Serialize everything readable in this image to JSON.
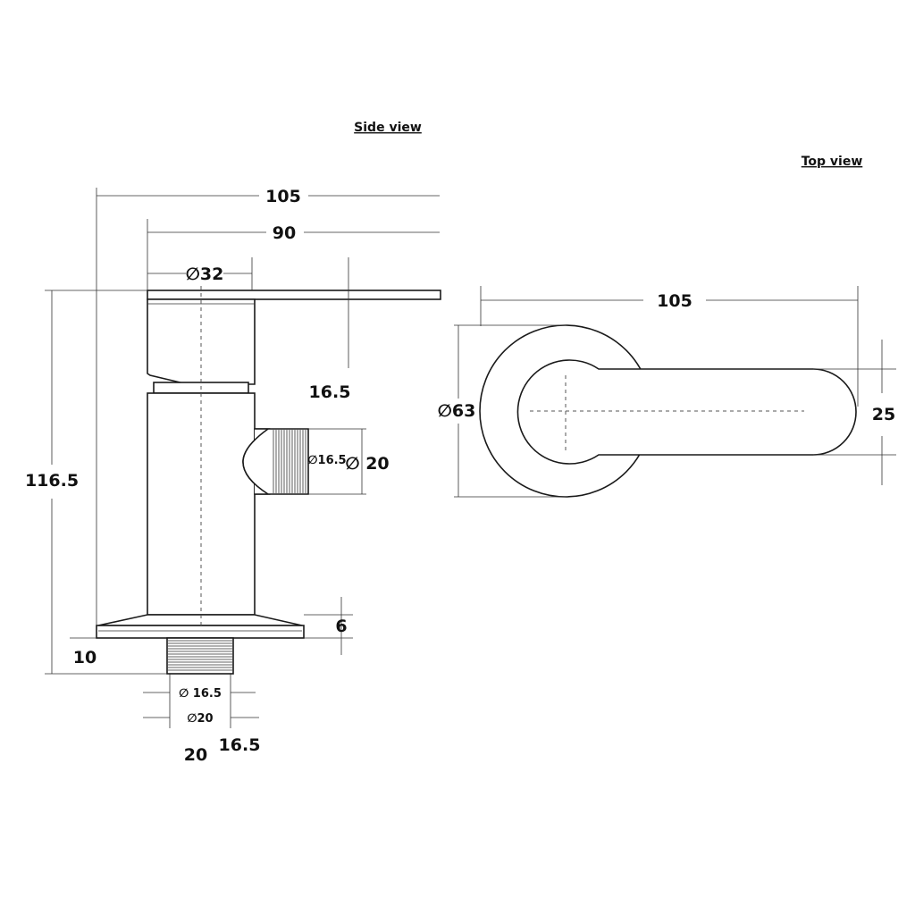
{
  "views": {
    "side": "Side view",
    "top": "Top view"
  },
  "side_dims": {
    "overall_width": "105",
    "body_width": "90",
    "diameter_32": "∅32",
    "lever_gap": "16.5",
    "height": "116.5",
    "outlet_inner": "∅16.5",
    "outlet_outer": "∅ 20",
    "flange": "6",
    "thread": "10",
    "inlet_inner": "∅ 16.5",
    "inlet_outer": "∅20",
    "bottom_20": "20",
    "bottom_16_5": "16.5"
  },
  "top_dims": {
    "length": "105",
    "diameter": "∅63",
    "lever_width": "25"
  },
  "colors": {
    "line": "#1a1a1a",
    "background": "#ffffff"
  }
}
